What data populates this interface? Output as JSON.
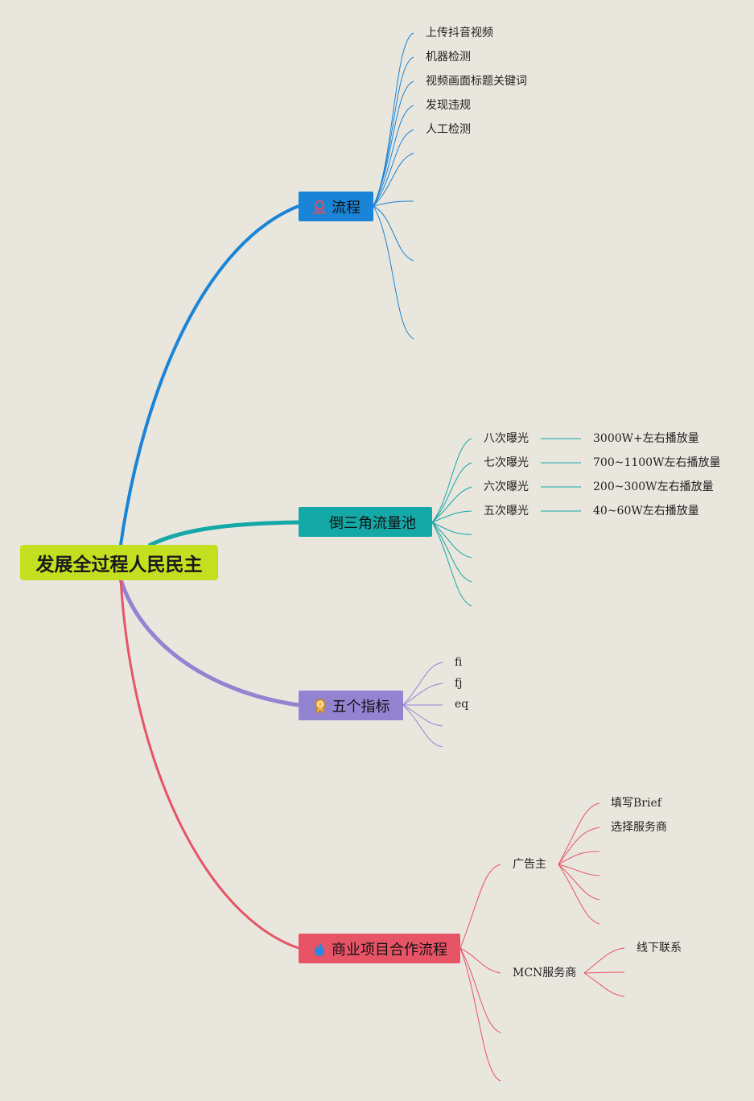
{
  "root": {
    "label": "发展全过程人民民主"
  },
  "colors": {
    "root": "#c3e020",
    "branch1": "#1a84d6",
    "branch2": "#14a8a6",
    "branch3": "#9384d2",
    "branch4": "#e65466",
    "background": "#e9e6de"
  },
  "branches": [
    {
      "label": "流程",
      "icon": "award-ribbon-icon",
      "children": [
        "上传抖音视频",
        "机器检测",
        "视频画面标题关键词",
        "发现违规",
        "人工检测"
      ]
    },
    {
      "label": "倒三角流量池",
      "icon": "",
      "children": [
        {
          "label": "八次曝光",
          "detail": "3000W+左右播放量"
        },
        {
          "label": "七次曝光",
          "detail": "700~1100W左右播放量"
        },
        {
          "label": "六次曝光",
          "detail": "200~300W左右播放量"
        },
        {
          "label": "五次曝光",
          "detail": "40~60W左右播放量"
        }
      ]
    },
    {
      "label": "五个指标",
      "icon": "award-medal-icon",
      "children": [
        "fi",
        "fj",
        "eq"
      ]
    },
    {
      "label": "商业项目合作流程",
      "icon": "flame-icon",
      "children": [
        {
          "label": "广告主",
          "children": [
            "填写Brief",
            "选择服务商"
          ]
        },
        {
          "label": "MCN服务商",
          "children": [
            "线下联系"
          ]
        }
      ]
    }
  ]
}
